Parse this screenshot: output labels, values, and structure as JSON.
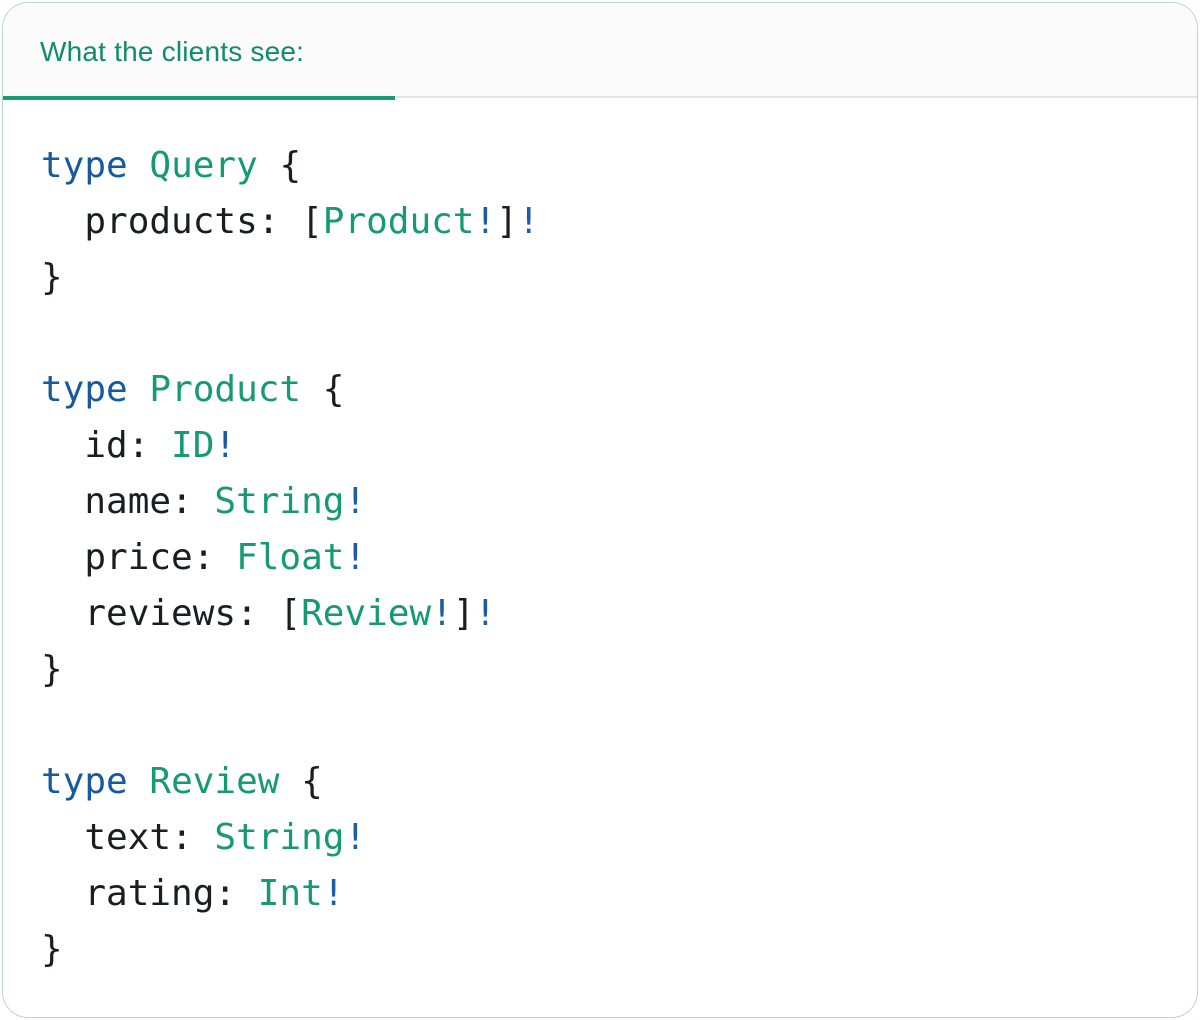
{
  "tab": {
    "label": "What the clients see:"
  },
  "colors": {
    "card_border": "#b9d9c8",
    "header_bg": "#fbfbfb",
    "header_border": "#e5e5e5",
    "tab_text": "#108c67",
    "tab_underline": "#169a72",
    "code_plain": "#1a1e23",
    "code_keyword": "#15599e",
    "code_typename": "#169a72",
    "code_bang": "#1d5ba8"
  },
  "code": {
    "language": "graphql",
    "lines": [
      [
        [
          "kw",
          "type"
        ],
        [
          "pl",
          " "
        ],
        [
          "tn",
          "Query"
        ],
        [
          "pl",
          " {"
        ]
      ],
      [
        [
          "pl",
          "  products: ["
        ],
        [
          "tn",
          "Product"
        ],
        [
          "bg",
          "!"
        ],
        [
          "pl",
          "]"
        ],
        [
          "bg",
          "!"
        ]
      ],
      [
        [
          "pl",
          "}"
        ]
      ],
      [],
      [
        [
          "kw",
          "type"
        ],
        [
          "pl",
          " "
        ],
        [
          "tn",
          "Product"
        ],
        [
          "pl",
          " {"
        ]
      ],
      [
        [
          "pl",
          "  id: "
        ],
        [
          "tn",
          "ID"
        ],
        [
          "bg",
          "!"
        ]
      ],
      [
        [
          "pl",
          "  name: "
        ],
        [
          "tn",
          "String"
        ],
        [
          "bg",
          "!"
        ]
      ],
      [
        [
          "pl",
          "  price: "
        ],
        [
          "tn",
          "Float"
        ],
        [
          "bg",
          "!"
        ]
      ],
      [
        [
          "pl",
          "  reviews: ["
        ],
        [
          "tn",
          "Review"
        ],
        [
          "bg",
          "!"
        ],
        [
          "pl",
          "]"
        ],
        [
          "bg",
          "!"
        ]
      ],
      [
        [
          "pl",
          "}"
        ]
      ],
      [],
      [
        [
          "kw",
          "type"
        ],
        [
          "pl",
          " "
        ],
        [
          "tn",
          "Review"
        ],
        [
          "pl",
          " {"
        ]
      ],
      [
        [
          "pl",
          "  text: "
        ],
        [
          "tn",
          "String"
        ],
        [
          "bg",
          "!"
        ]
      ],
      [
        [
          "pl",
          "  rating: "
        ],
        [
          "tn",
          "Int"
        ],
        [
          "bg",
          "!"
        ]
      ],
      [
        [
          "pl",
          "}"
        ]
      ]
    ]
  }
}
